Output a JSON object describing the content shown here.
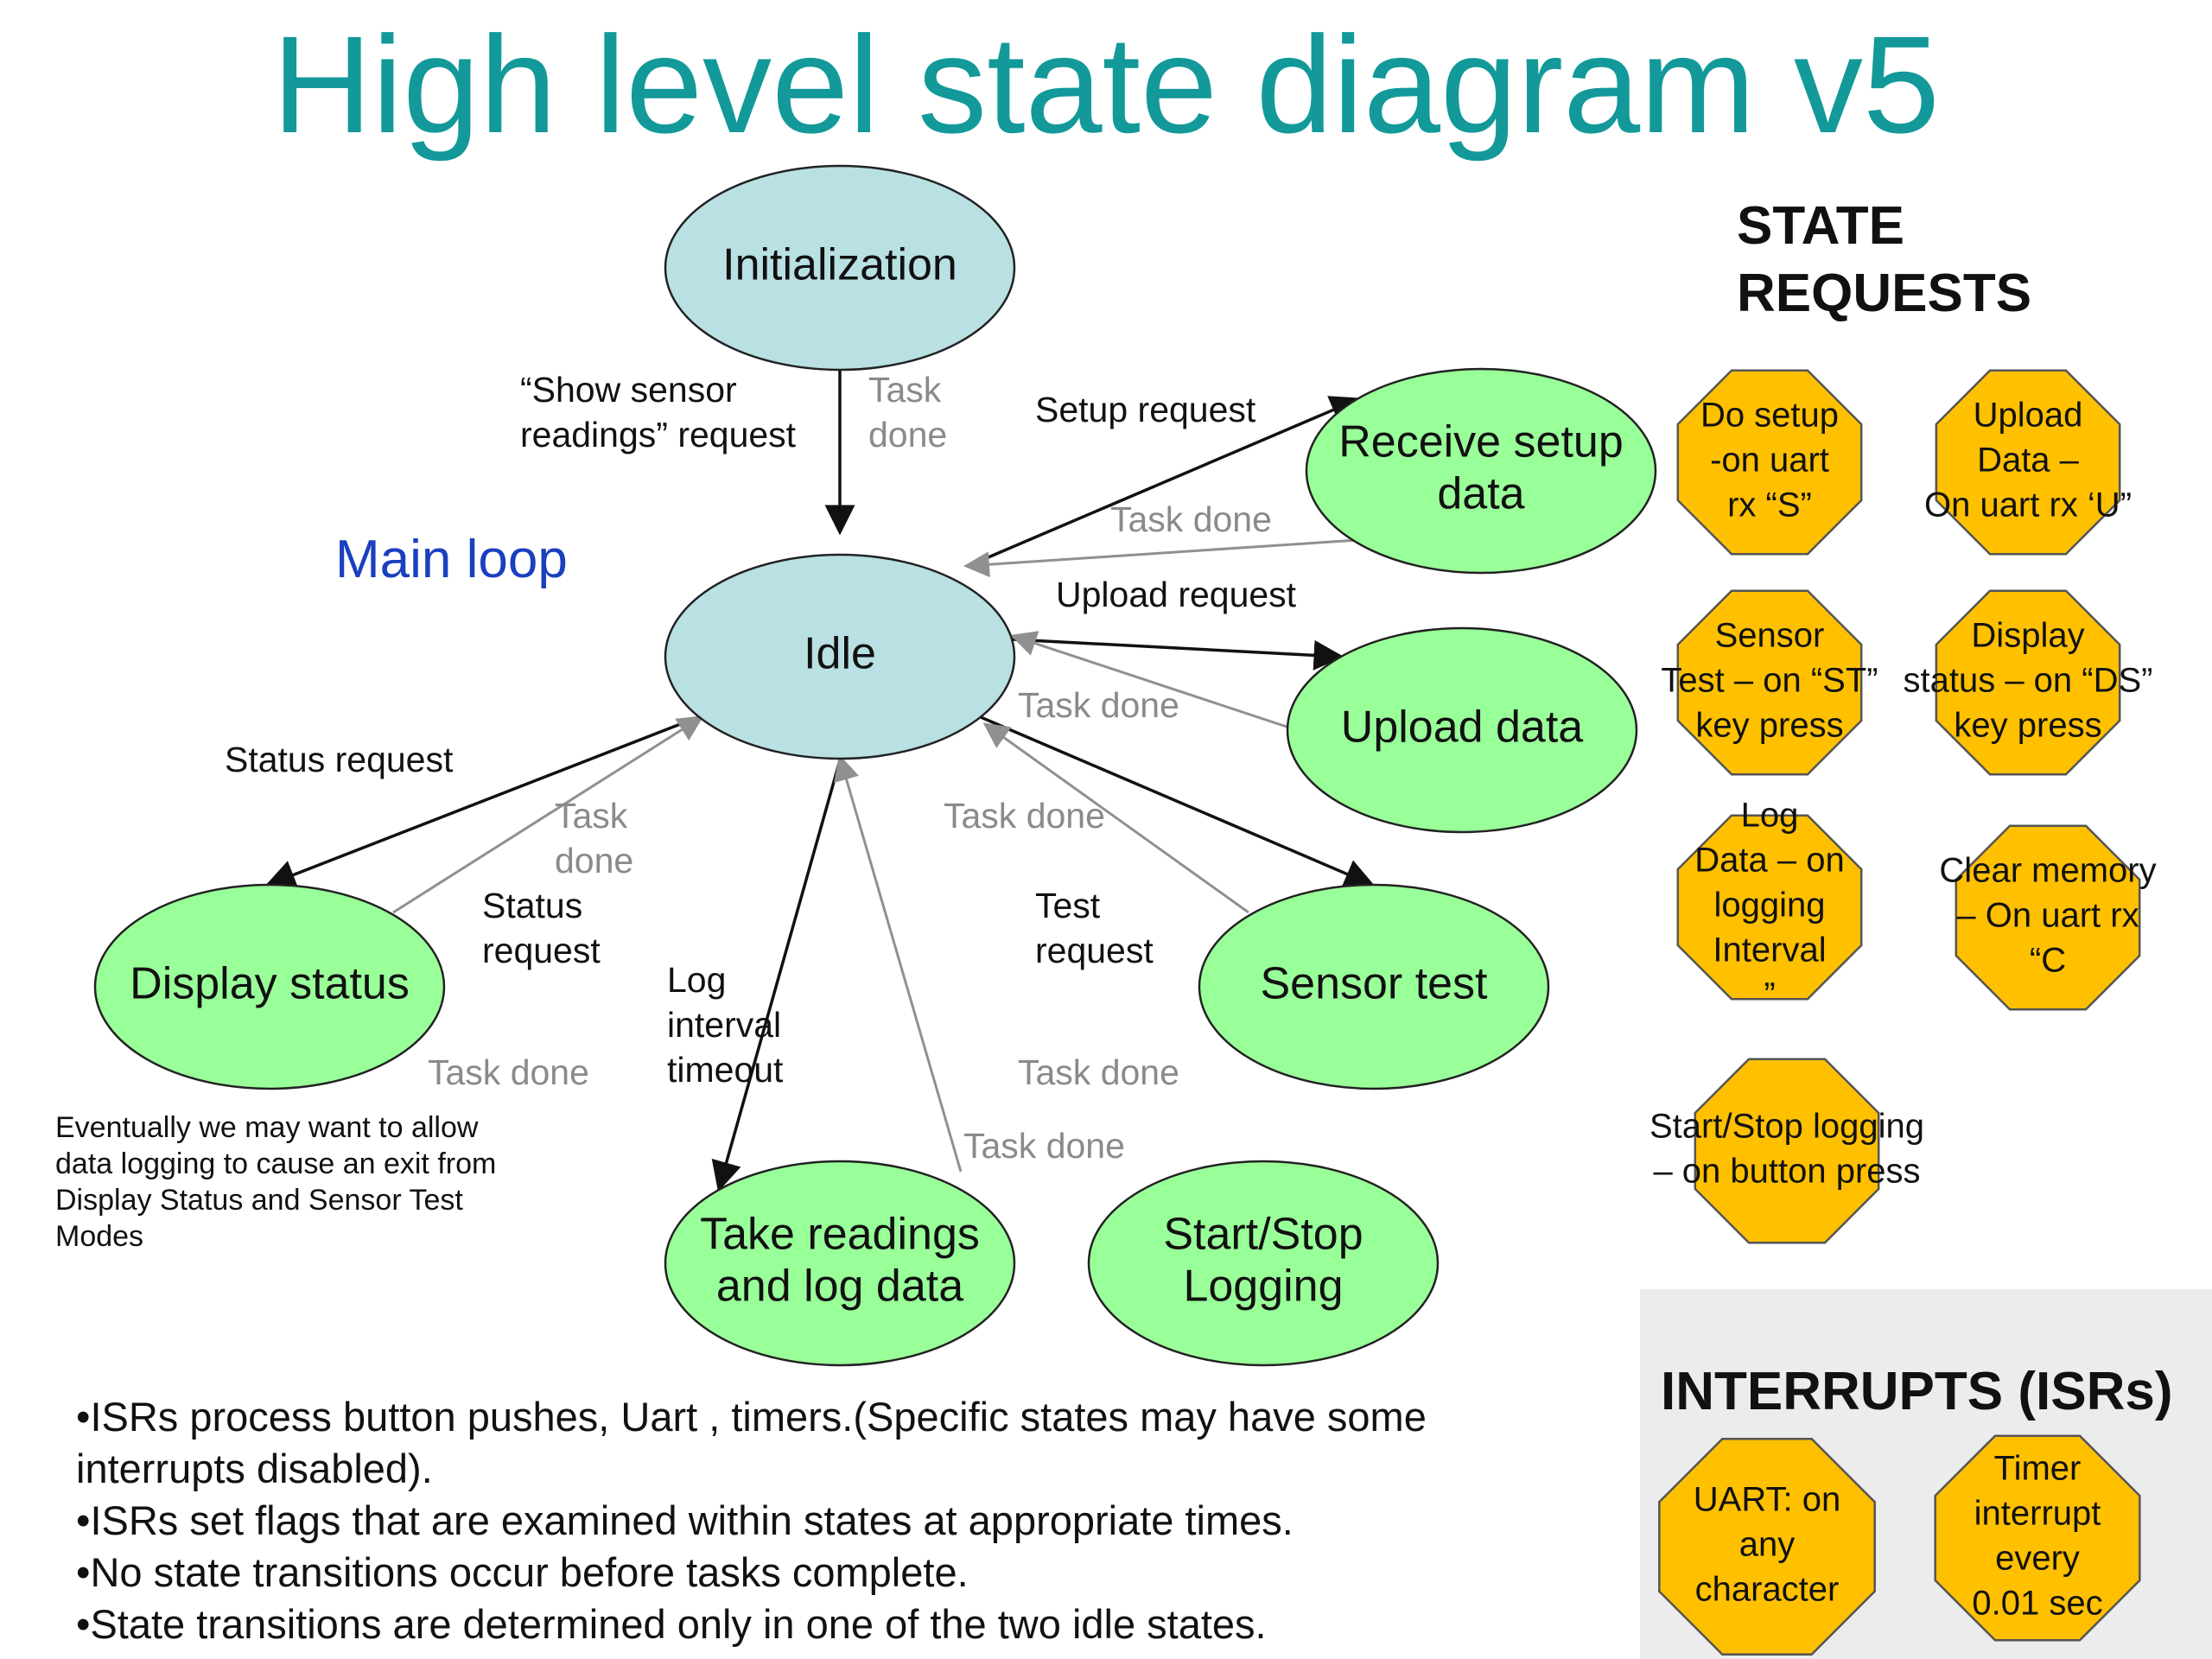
{
  "title": "High level state diagram v5",
  "main_loop_label": "Main loop",
  "states": {
    "initialization": {
      "lines": [
        "Initialization"
      ],
      "color": "#b9e0e3"
    },
    "idle": {
      "lines": [
        "Idle"
      ],
      "color": "#b9e0e3"
    },
    "receive_setup": {
      "lines": [
        "Receive setup",
        "data"
      ],
      "color": "#99ff99"
    },
    "upload_data": {
      "lines": [
        "Upload data"
      ],
      "color": "#99ff99"
    },
    "display_status": {
      "lines": [
        "Display status"
      ],
      "color": "#99ff99"
    },
    "sensor_test": {
      "lines": [
        "Sensor test"
      ],
      "color": "#99ff99"
    },
    "take_readings": {
      "lines": [
        "Take readings",
        "and log data"
      ],
      "color": "#99ff99"
    },
    "start_stop": {
      "lines": [
        "Start/Stop",
        "Logging"
      ],
      "color": "#99ff99"
    }
  },
  "transition_labels": {
    "show_sensor": [
      "“Show sensor",
      "readings” request"
    ],
    "init_task_done": [
      "Task",
      "done"
    ],
    "setup_request": [
      "Setup request"
    ],
    "setup_task_done": [
      "Task done"
    ],
    "upload_request": [
      "Upload request"
    ],
    "upload_task_done": [
      "Task done"
    ],
    "status_request_top": [
      "Status request"
    ],
    "status_task_done": [
      "Task",
      "done"
    ],
    "status_request_side": [
      "Status",
      "request"
    ],
    "sensor_task_done": [
      "Task done"
    ],
    "test_request": [
      "Test",
      "request"
    ],
    "display_task_done": [
      "Task done"
    ],
    "log_interval": [
      "Log",
      "interval",
      "timeout"
    ],
    "take_task_done_right": [
      "Task  done"
    ],
    "take_task_done": [
      "Task done"
    ]
  },
  "colors": {
    "request_arrow": "#111111",
    "done_arrow": "#909090",
    "octagon": "#ffc000"
  },
  "state_requests": {
    "heading": [
      "STATE",
      "REQUESTS"
    ],
    "items": [
      {
        "lines": [
          "Do setup",
          "-on uart",
          "rx “S”"
        ]
      },
      {
        "lines": [
          "Upload",
          "Data –",
          "On uart rx ‘U”"
        ]
      },
      {
        "lines": [
          "Sensor",
          "Test – on “ST”",
          "key press"
        ]
      },
      {
        "lines": [
          "Display",
          "status – on “DS”",
          "key press"
        ]
      },
      {
        "lines": [
          "Log",
          "Data – on",
          "logging",
          "Interval",
          "”"
        ]
      },
      {
        "lines": [
          "Clear memory",
          "– On uart rx",
          "“C"
        ]
      },
      {
        "lines": [
          "Start/Stop logging",
          "– on button press"
        ]
      }
    ]
  },
  "interrupts": {
    "heading": "INTERRUPTS (ISRs)",
    "items": [
      {
        "lines": [
          "UART: on",
          "any",
          "character"
        ]
      },
      {
        "lines": [
          "Timer",
          "interrupt",
          "every",
          "0.01 sec"
        ]
      }
    ]
  },
  "note": {
    "lines": [
      "Eventually we may want to allow",
      "data logging to cause an exit from",
      "Display Status and Sensor Test",
      "Modes"
    ]
  },
  "bullets": [
    "•ISRs process button pushes, Uart , timers.(Specific states may have some",
    "interrupts disabled).",
    "•ISRs set flags that are examined within states at appropriate times.",
    "•No state transitions occur before tasks complete.",
    "•State transitions are determined only in one of the two idle states."
  ]
}
